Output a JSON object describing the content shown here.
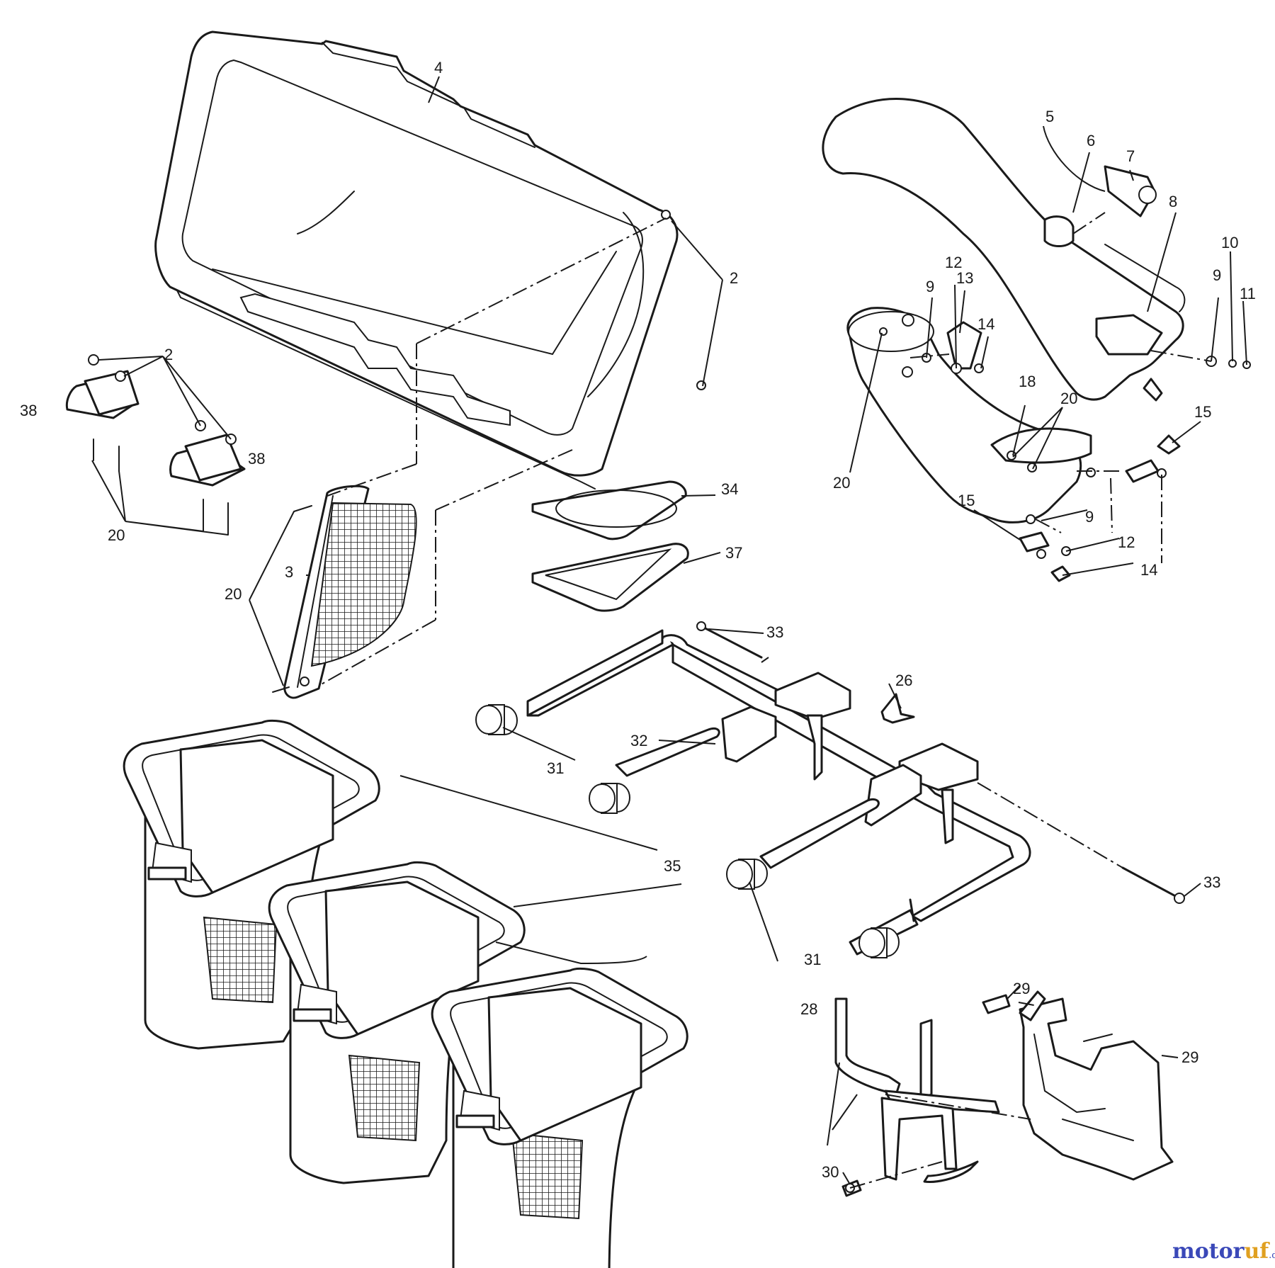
{
  "callouts": {
    "c2a": "2",
    "c2b": "2",
    "c3": "3",
    "c4": "4",
    "c5": "5",
    "c6": "6",
    "c7": "7",
    "c8": "8",
    "c9a": "9",
    "c9b": "9",
    "c9c": "9",
    "c10": "10",
    "c11": "11",
    "c12a": "12",
    "c12b": "12",
    "c13": "13",
    "c14a": "14",
    "c14b": "14",
    "c15a": "15",
    "c15b": "15",
    "c18": "18",
    "c20a": "20",
    "c20b": "20",
    "c20c": "20",
    "c20d": "20",
    "c26": "26",
    "c28": "28",
    "c29a": "29",
    "c29b": "29",
    "c30": "30",
    "c31a": "31",
    "c31b": "31",
    "c32": "32",
    "c33a": "33",
    "c33b": "33",
    "c34": "34",
    "c35": "35",
    "c37": "37",
    "c38a": "38",
    "c38b": "38"
  },
  "watermark": {
    "part1": "motor",
    "part2": "uf",
    "suffix": ".de"
  }
}
